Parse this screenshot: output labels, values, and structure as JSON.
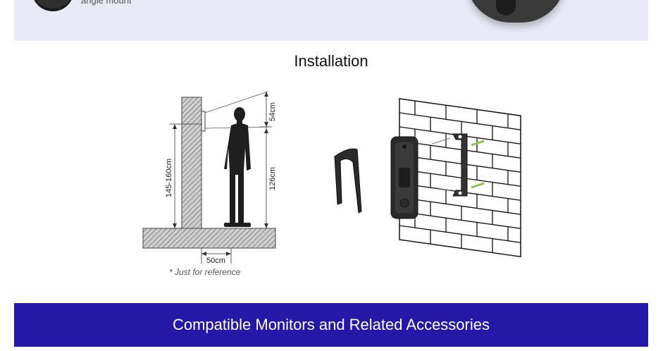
{
  "top_band": {
    "caption": "angle mount"
  },
  "installation": {
    "title": "Installation",
    "height_range_label": "145-160cm",
    "camera_view_label": "54cm",
    "person_height_label": "126cm",
    "distance_label": "50cm",
    "note": "* Just for reference"
  },
  "footer": {
    "title": "Compatible Monitors and Related Accessories"
  },
  "colors": {
    "footer_bg": "#2419a6",
    "top_band_bg": "#e8eaf6",
    "bracket_accent": "#8bc34a"
  }
}
